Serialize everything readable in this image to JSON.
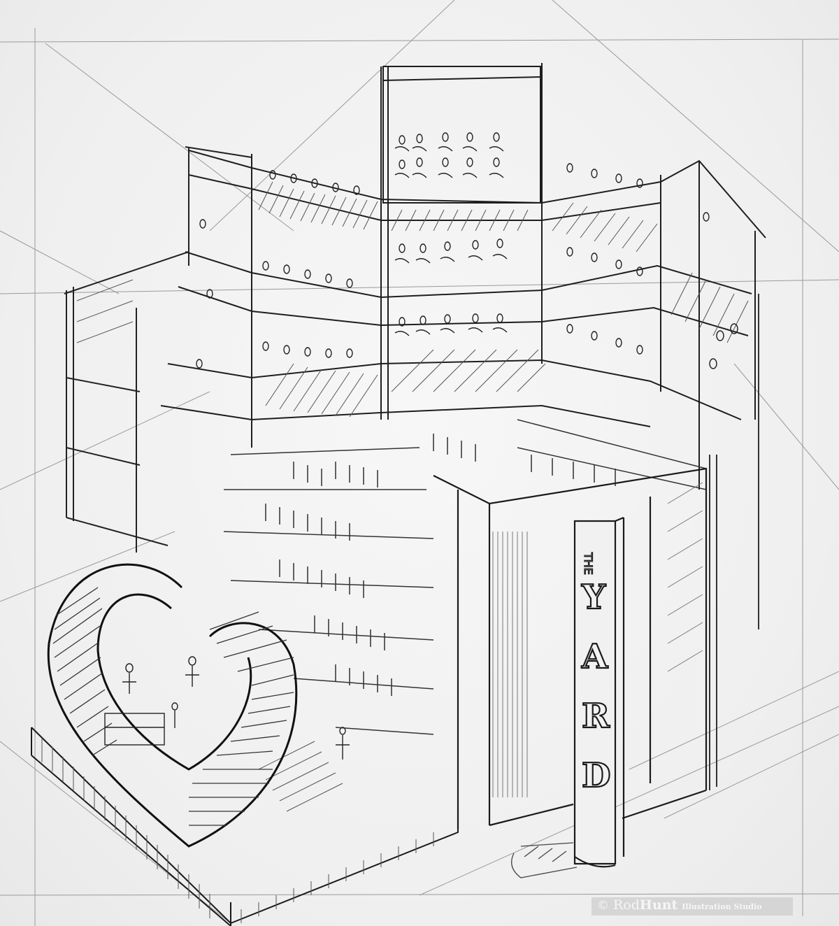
{
  "artwork": {
    "type": "pencil sketch",
    "subject": "isometric cutaway of a theatre auditorium with tiered balconies, audience seating and a heart-shaped stage set",
    "palette": {
      "paper": "#f3f3f3",
      "graphite_dark": "#1a1a1a",
      "graphite_mid": "#555555",
      "graphite_light": "#9a9a9a"
    }
  },
  "signage": {
    "the": "THE",
    "letters": [
      "Y",
      "A",
      "R",
      "D"
    ]
  },
  "watermark": {
    "copyright": "©",
    "name_light": "Rod",
    "name_bold": "Hunt",
    "studio": "Illustration Studio"
  }
}
